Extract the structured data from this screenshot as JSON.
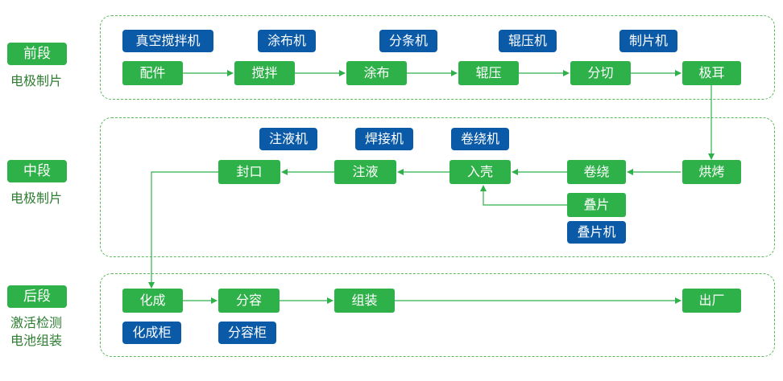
{
  "colors": {
    "green": "#2fb14a",
    "blue": "#0a5aa8",
    "connector": "#2fb14a",
    "subtext": "#2e7d32"
  },
  "stages": [
    {
      "title": "前段",
      "subtitle": "电极制片"
    },
    {
      "title": "中段",
      "subtitle": "电极制片"
    },
    {
      "title": "后段",
      "subtitle_line1": "激活检测",
      "subtitle_line2": "电池组装"
    }
  ],
  "front": {
    "equipment": [
      "真空搅拌机",
      "涂布机",
      "分条机",
      "辊压机",
      "制片机"
    ],
    "process": [
      "配件",
      "搅拌",
      "涂布",
      "辊压",
      "分切",
      "极耳"
    ]
  },
  "middle": {
    "equipment": [
      "注液机",
      "焊接机",
      "卷绕机",
      "叠片机"
    ],
    "process": [
      "封口",
      "注液",
      "入壳",
      "卷绕",
      "烘烤",
      "叠片"
    ]
  },
  "back": {
    "process": [
      "化成",
      "分容",
      "组装",
      "出厂"
    ],
    "equipment": [
      "化成柜",
      "分容柜"
    ]
  }
}
